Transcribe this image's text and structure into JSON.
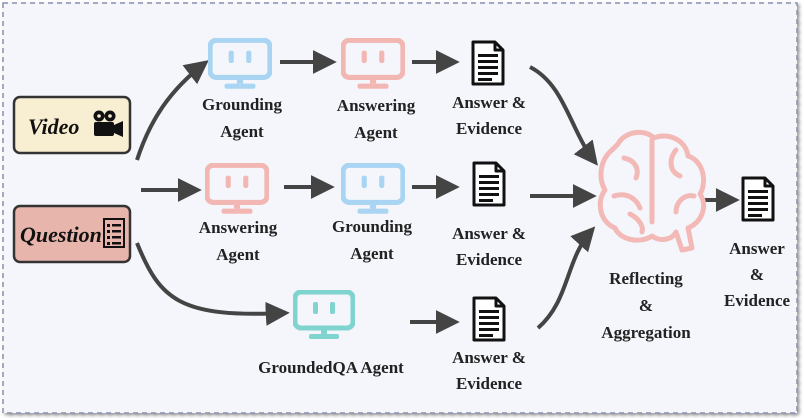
{
  "inputs": {
    "video": "Video",
    "question": "Question"
  },
  "pipeline_top": {
    "agent1": [
      "Grounding",
      "Agent"
    ],
    "agent2": [
      "Answering",
      "Agent"
    ],
    "output": [
      "Answer &",
      "Evidence"
    ]
  },
  "pipeline_mid": {
    "agent1": [
      "Answering",
      "Agent"
    ],
    "agent2": [
      "Grounding",
      "Agent"
    ],
    "output": [
      "Answer &",
      "Evidence"
    ]
  },
  "pipeline_bot": {
    "agent": "GroundedQA Agent",
    "output": [
      "Answer &",
      "Evidence"
    ]
  },
  "aggregator": [
    "Reflecting",
    "&",
    "Aggregation"
  ],
  "final_output": [
    "Answer",
    "&",
    "Evidence"
  ],
  "colors": {
    "video_box": "#f8efd2",
    "question_box": "#e8b5ac",
    "agent_blue": "#a9d4f2",
    "agent_pink": "#f2b7b3",
    "agent_teal": "#7fd4d0",
    "brain": "#f3b9b7",
    "arrow": "#444444",
    "frame_bg": "#f4f6fb"
  },
  "icons": {
    "video": "film-camera-icon",
    "question": "document-list-icon",
    "agent": "monitor-icon",
    "output": "document-icon",
    "aggregator": "brain-icon"
  }
}
